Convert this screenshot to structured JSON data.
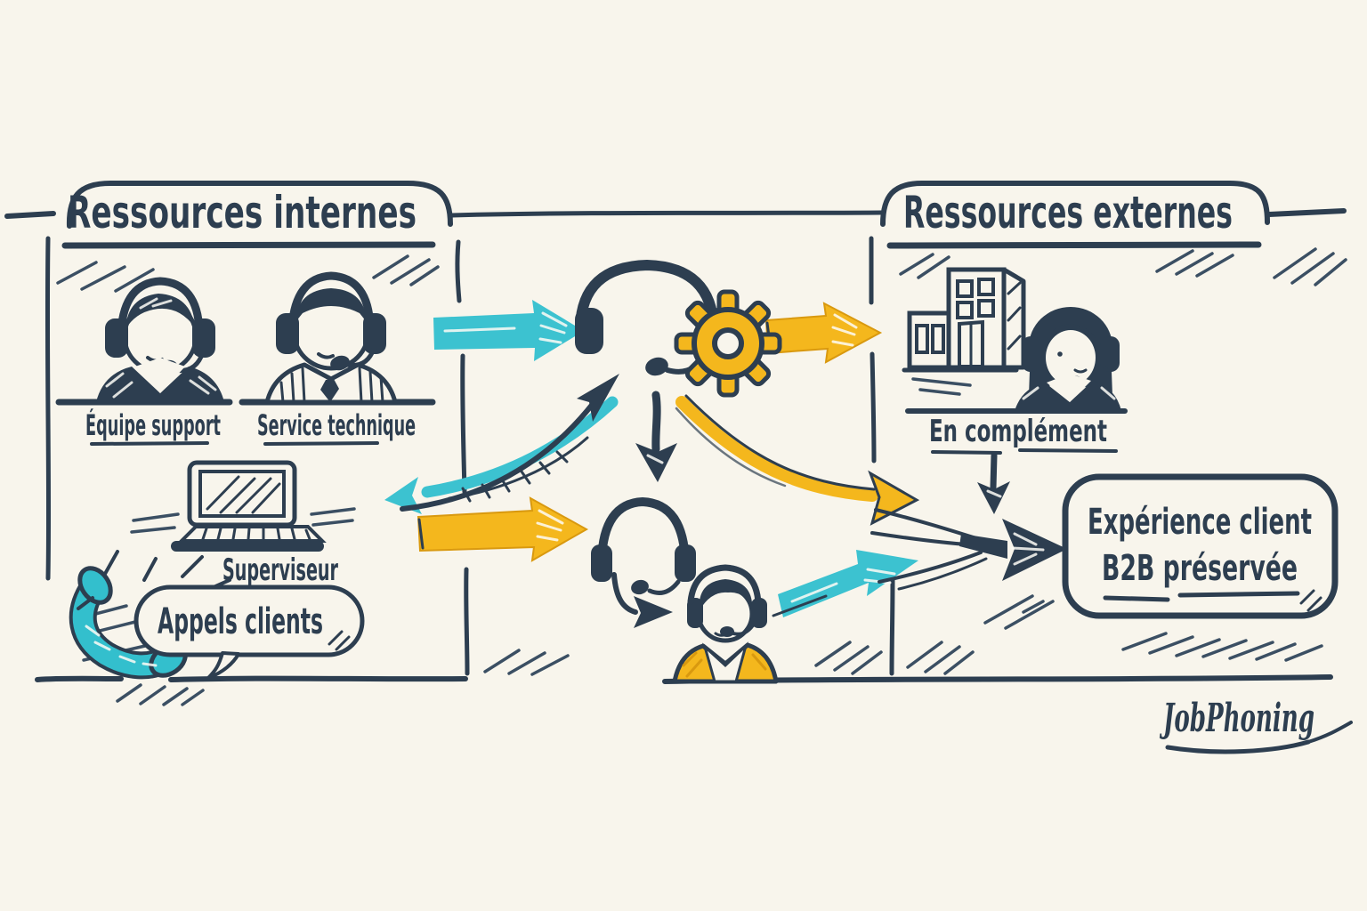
{
  "colors": {
    "background": "#f8f5ec",
    "ink": "#2d3e50",
    "teal": "#3cc2d0",
    "yellow": "#f4b71d"
  },
  "left_panel": {
    "title": "Ressources internes",
    "agent1_label": "Équipe support",
    "agent2_label": "Service technique",
    "laptop_label": "Superviseur",
    "bubble_label": "Appels clients"
  },
  "right_panel": {
    "title": "Ressources externes",
    "caption": "En complément"
  },
  "result_box": {
    "line1": "Expérience client",
    "line2": "B2B préservée"
  },
  "brand": "JobPhoning",
  "icons": {
    "support-agent-icon": "🧑‍💼🎧",
    "technician-agent-icon": "🧑‍💼🎧",
    "laptop-icon": "💻",
    "phone-handset-icon": "📞",
    "speech-bubble-icon": "💬",
    "headset-icon": "🎧",
    "gear-icon": "⚙",
    "headset-small-icon": "🎧",
    "call-agent-icon": "🧑‍💼🎧",
    "building-icon": "🏢",
    "external-agent-icon": "🧑‍💼🎧",
    "arrow-icon": "➜"
  }
}
